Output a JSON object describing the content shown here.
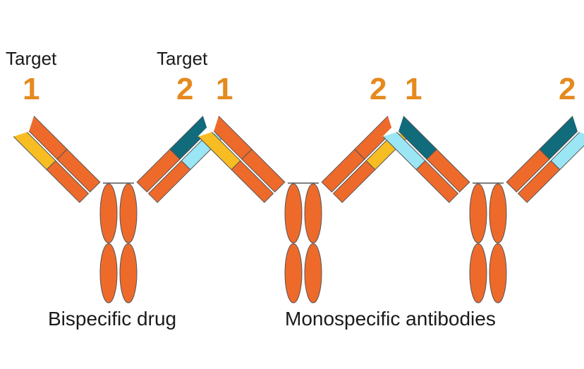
{
  "labels": {
    "target_left": "Target",
    "target_right": "Target",
    "num_1a": "1",
    "num_2a": "2",
    "num_1b": "1",
    "num_2b": "2",
    "num_1c": "1",
    "num_2c": "2",
    "caption_bispecific": "Bispecific drug",
    "caption_monospecific": "Monospecific antibodies"
  },
  "colors": {
    "heavy_chain": "#ee6a2b",
    "target1_light": "#f7bd22",
    "target2_light": "#9be6f5",
    "target2_dark": "#106b7b",
    "outline": "#555555",
    "number": "#e58a1f"
  },
  "antibodies": [
    {
      "name": "bispecific-antibody",
      "left_arm": "target-1",
      "right_arm": "target-2"
    },
    {
      "name": "monospecific-antibody-target-1",
      "left_arm": "target-1",
      "right_arm": "target-1"
    },
    {
      "name": "monospecific-antibody-target-2",
      "left_arm": "target-2",
      "right_arm": "target-2"
    }
  ]
}
